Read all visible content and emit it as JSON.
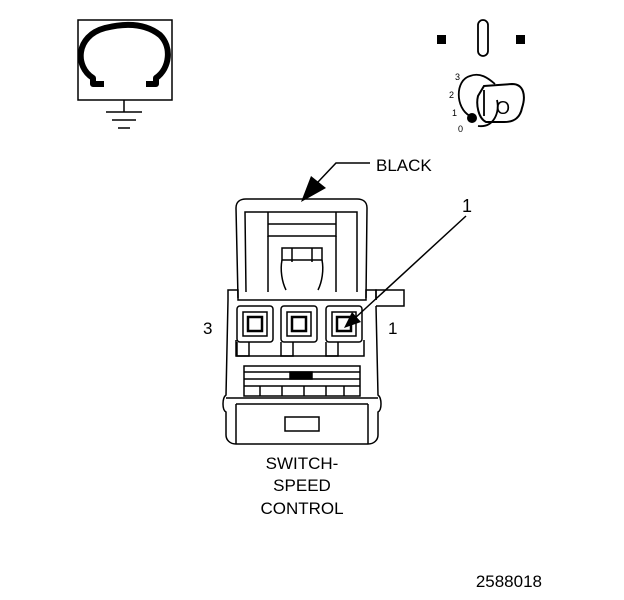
{
  "connector": {
    "color_label": "BLACK",
    "cavity_callout": "1",
    "left_pin_label": "3",
    "right_pin_label": "1",
    "name_lines": [
      "SWITCH-",
      "SPEED",
      "CONTROL"
    ]
  },
  "ignition": {
    "key_letter": "O",
    "positions": [
      "3",
      "2",
      "1",
      "0"
    ]
  },
  "figure_number": "2588018",
  "icons": {
    "meter": "ohmmeter-ground-icon",
    "ignition": "ignition-off-key-icon"
  },
  "colors": {
    "ink": "#000000",
    "paper": "#ffffff"
  }
}
